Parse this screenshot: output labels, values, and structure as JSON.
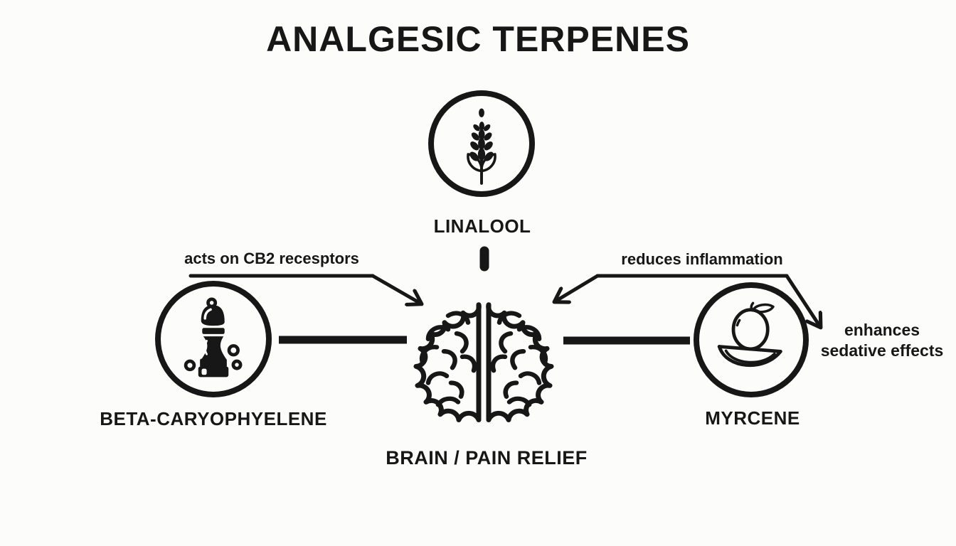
{
  "title": "ANALGESIC TERPENES",
  "colors": {
    "ink": "#171717",
    "background": "#fcfcfb"
  },
  "nodes": {
    "linalool": {
      "label": "LINALOOL",
      "icon": "lavender-sprig-icon"
    },
    "beta_caryophyelene": {
      "label": "BETA-CARYOPHYELENE",
      "icon": "pepper-grinder-icon"
    },
    "myrcene": {
      "label": "MYRCENE",
      "icon": "mango-icon"
    },
    "brain": {
      "label": "BRAIN / PAIN RELIEF",
      "icon": "brain-icon"
    }
  },
  "annotations": {
    "cb2": {
      "text": "acts on CB2 recesptors"
    },
    "inflammation": {
      "text": "reduces inflammation"
    },
    "sedative": {
      "line1": "enhances",
      "line2": "sedative effects"
    }
  }
}
